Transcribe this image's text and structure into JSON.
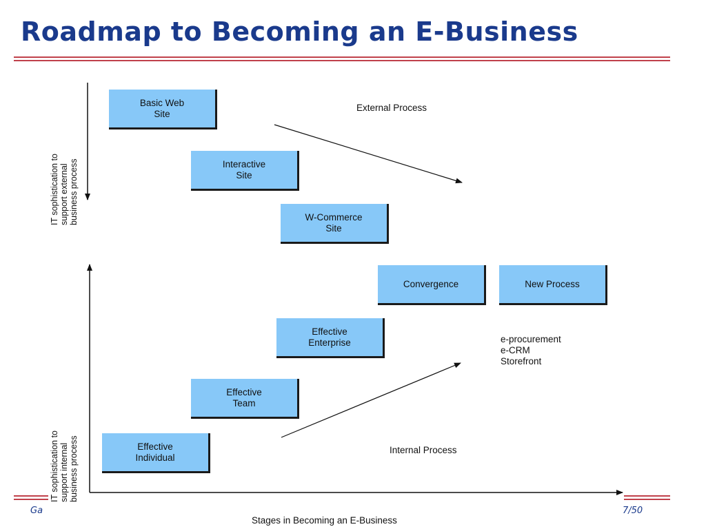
{
  "slide": {
    "title": "Roadmap to Becoming an E-Business"
  },
  "diagram": {
    "boxes": {
      "basic_web_site": "Basic Web\nSite",
      "interactive_site": "Interactive\nSite",
      "w_commerce_site": "W-Commerce\nSite",
      "convergence": "Convergence",
      "new_process": "New Process",
      "effective_enterprise": "Effective\nEnterprise",
      "effective_team": "Effective\nTeam",
      "effective_individual": "Effective\nIndividual"
    },
    "labels": {
      "external_process": "External Process",
      "internal_process": "Internal Process",
      "new_process_examples": "e-procurement\ne-CRM\nStorefront",
      "x_axis": "Stages in Becoming an E-Business",
      "y_axis_external": "IT sophistication to\nsupport external\nbusiness process",
      "y_axis_internal": "IT sophistication to\nsupport internal\nbusiness process"
    }
  },
  "footer": {
    "left_fragment": "Ga",
    "page_fragment": "7/50"
  },
  "colors": {
    "title": "#1a3a8c",
    "rule": "#c0404a",
    "box_fill": "#87c8f8",
    "footer_text": "#1a3a8c"
  }
}
